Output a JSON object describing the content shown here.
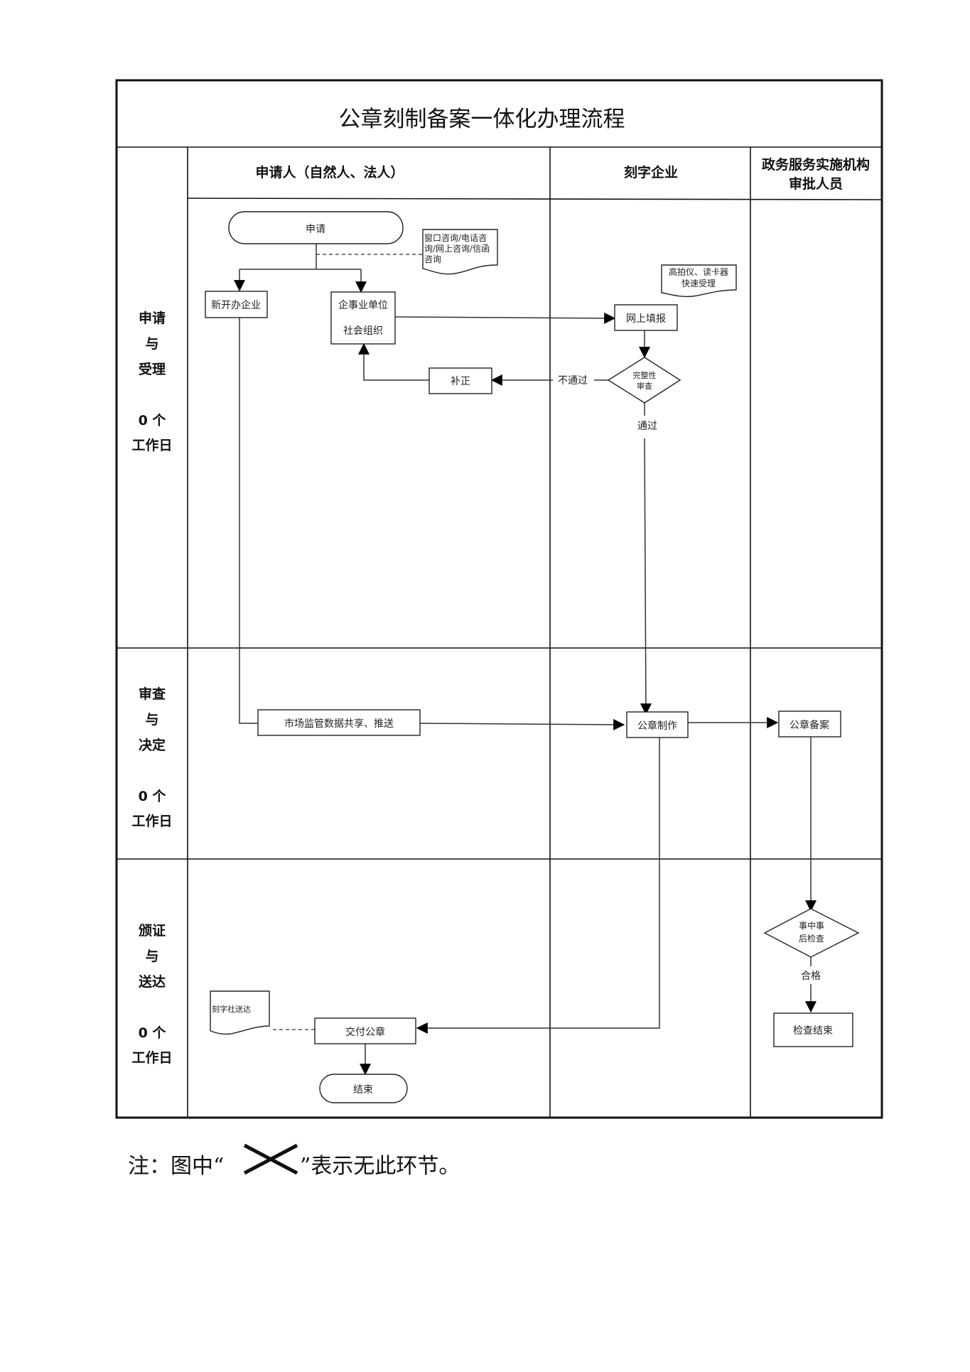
{
  "title": "公章刻制备案一体化办理流程",
  "lanes": [
    {
      "label": "申请人（自然人、法人）"
    },
    {
      "label": "刻字企业"
    },
    {
      "label_line1": "政务服务实施机构",
      "label_line2": "审批人员"
    }
  ],
  "stages": [
    {
      "name_line1": "申请",
      "name_line2": "与",
      "name_line3": "受理",
      "days_line1": "0 个",
      "days_line2": "工作日"
    },
    {
      "name_line1": "审查",
      "name_line2": "与",
      "name_line3": "决定",
      "days_line1": "0 个",
      "days_line2": "工作日"
    },
    {
      "name_line1": "颁证",
      "name_line2": "与",
      "name_line3": "送达",
      "days_line1": "0 个",
      "days_line2": "工作日"
    }
  ],
  "nodes": {
    "apply": "申请",
    "consult_note": {
      "line1": "窗口咨询/电话咨",
      "line2": "询/网上咨询/信函",
      "line3": "咨询"
    },
    "new_company": "新开办企业",
    "institution": {
      "line1": "企事业单位",
      "line2": "社会组织"
    },
    "device_note": {
      "line1": "高拍仪、读卡器",
      "line2": "快速受理"
    },
    "online_fill": "网上填报",
    "completeness_check": {
      "line1": "完整性",
      "line2": "审查"
    },
    "supplement": "补正",
    "fail_label": "不通过",
    "pass_label": "通过",
    "market_data": "市场监管数据共享、推送",
    "seal_making": "公章制作",
    "seal_filing": "公章备案",
    "inspection": {
      "line1": "事中事",
      "line2": "后检查"
    },
    "qualified_label": "合格",
    "inspection_end": "检查结束",
    "delivery_note": "刻字社送达",
    "deliver_seal": "交付公章",
    "end": "结束"
  },
  "footnote": {
    "prefix": "注：图中“",
    "symbol": "cross-mark",
    "suffix": "”表示无此环节。"
  }
}
